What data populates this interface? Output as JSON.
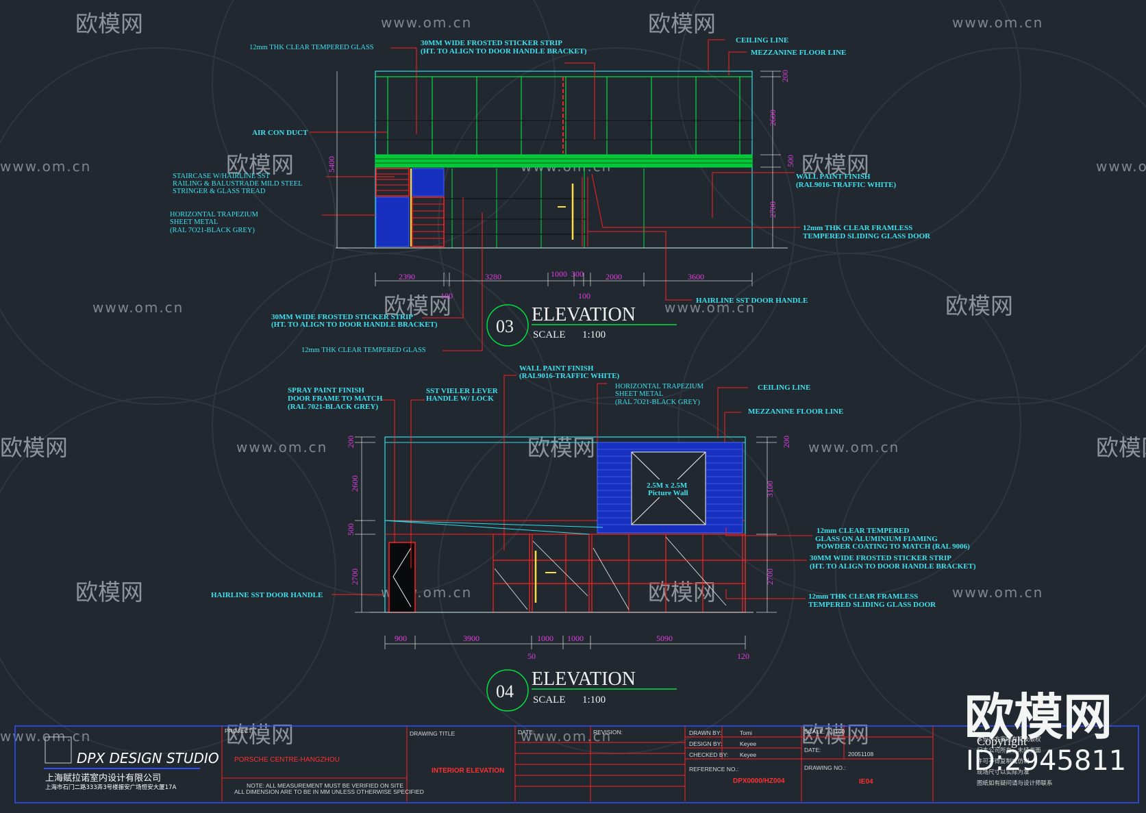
{
  "watermarks": {
    "site": "www.om.cn",
    "brand": "欧模网",
    "big_brand": "欧模网",
    "id": "ID:2945811",
    "copyright": "Copyright"
  },
  "elevation_03": {
    "number": "03",
    "title": "ELEVATION",
    "scale_label": "SCALE",
    "scale": "1:100",
    "annotations": {
      "glass_top": "12mm THK CLEAR TEMPERED GLASS",
      "sticker_1": "30MM WIDE FROSTED STICKER STRIP",
      "sticker_2": "(HT. TO ALIGN TO DOOR HANDLE BRACKET)",
      "ceiling": "CEILING LINE",
      "mezzanine": "MEZZANINE FLOOR LINE",
      "air_duct": "AIR CON DUCT",
      "stair_1": "STAIRCASE W/HAIRLINE SST",
      "stair_2": "RAILING & BALUSTRADE MILD STEEL",
      "stair_3": "STRINGER & GLASS TREAD",
      "trap_1": "HORIZONTAL TRAPEZIUM",
      "trap_2": "SHEET METAL",
      "trap_3": "(RAL 7O21-BLACK GREY)",
      "wall_1": "WALL PAINT FINISH",
      "wall_2": "(RAL9016-TRAFFIC WHITE)",
      "door_1": "12mm THK CLEAR FRAMLESS",
      "door_2": "TEMPERED SLIDING GLASS DOOR",
      "handle": "HAIRLINE SST DOOR HANDLE",
      "sticker_b1": "30MM WIDE FROSTED STICKER STRIP",
      "sticker_b2": "(HT. TO ALIGN TO DOOR HANDLE BRACKET)",
      "glass_bottom": "12mm THK CLEAR TEMPERED GLASS"
    },
    "dims_h": [
      "2390",
      "100",
      "3280",
      "1000",
      "300",
      "100",
      "2000",
      "3600"
    ],
    "dims_v": [
      "200",
      "2600",
      "500",
      "2700"
    ],
    "total_v": "5400"
  },
  "elevation_04": {
    "number": "04",
    "title": "ELEVATION",
    "scale_label": "SCALE",
    "scale": "1:100",
    "annotations": {
      "wall_1": "WALL PAINT FINISH",
      "wall_2": "(RAL9016-TRAFFIC WHITE)",
      "spray_1": "SPRAY PAINT FINISH",
      "spray_2": "DOOR FRAME TO MATCH",
      "spray_3": "(RAL 7021-BLACK GREY)",
      "lever_1": "SST VIELER LEVER",
      "lever_2": "HANDLE W/ LOCK",
      "trap_1": "HORIZONTAL TRAPEZIUM",
      "trap_2": "SHEET METAL",
      "trap_3": "(RAL 7O21-BLACK GREY)",
      "ceiling": "CEILING LINE",
      "mezzanine": "MEZZANINE FLOOR LINE",
      "picture_1": "2.5M x 2.5M",
      "picture_2": "Picture Wall",
      "alu_1": "12mm CLEAR TEMPERED",
      "alu_2": "GLASS ON ALUMINIUM FIAMING",
      "alu_3": "POWDER COATING TO MATCH (RAL 9006)",
      "sticker_1": "30MM WIDE FROSTED STICKER STRIP",
      "sticker_2": "(HT. TO ALIGN TO DOOR HANDLE BRACKET)",
      "handle": "HAIRLINE SST DOOR HANDLE",
      "door_1": "12mm THK CLEAR FRAMLESS",
      "door_2": "TEMPERED SLIDING GLASS DOOR"
    },
    "dims_h": [
      "900",
      "3900",
      "1000",
      "1000",
      "5090",
      "50",
      "120"
    ],
    "dims_v_left": [
      "200",
      "2600",
      "500",
      "2700"
    ],
    "dims_v_right": [
      "200",
      "3100",
      "2700"
    ]
  },
  "title_block": {
    "studio": "DPX DESIGN STUDIO",
    "company_cn": "上海赋拉诺室内设计有限公司",
    "address_cn": "上海市石门二路333弄3号楼振安广场恒安大厦17A",
    "project_label": "PROJECT:",
    "project": "PORSCHE CENTRE-HANGZHOU",
    "note_1": "NOTE: ALL MEASUREMENT MUST BE VERIFIED ON SITE",
    "note_2": "ALL DIMENSION ARE TO BE IN MM UNLESS OTHERWISE SPECIFIED",
    "drawing_title_label": "DRAWING TITLE",
    "drawing_title": "INTERIOR ELEVATION",
    "date_label": "DATE:",
    "revision_label": "REVISION:",
    "drawn_by_label": "DRAWN BY:",
    "drawn_by": "Tomi",
    "design_by_label": "DESIGN BY:",
    "design_by": "Keyee",
    "checked_by_label": "CHECKED BY:",
    "checked_by": "Keyee",
    "reference_label": "REFERENCE NO.:",
    "reference": "DPX0000/HZ004",
    "scale_label": "SCALE:",
    "scale": "1:100",
    "date2_label": "DATE:",
    "date2": "20051108",
    "drawing_no_label": "DRAWING NO.:",
    "drawing_no": "IE04",
    "notes_cn_1": "本设计方案所有权及版权",
    "notes_cn_2": "归本公司所有，未经书面",
    "notes_cn_3": "许可不得复制或仿制",
    "notes_cn_4": "现场尺寸以实际为准",
    "notes_cn_5": "图纸如有疑问请与设计师联系"
  }
}
